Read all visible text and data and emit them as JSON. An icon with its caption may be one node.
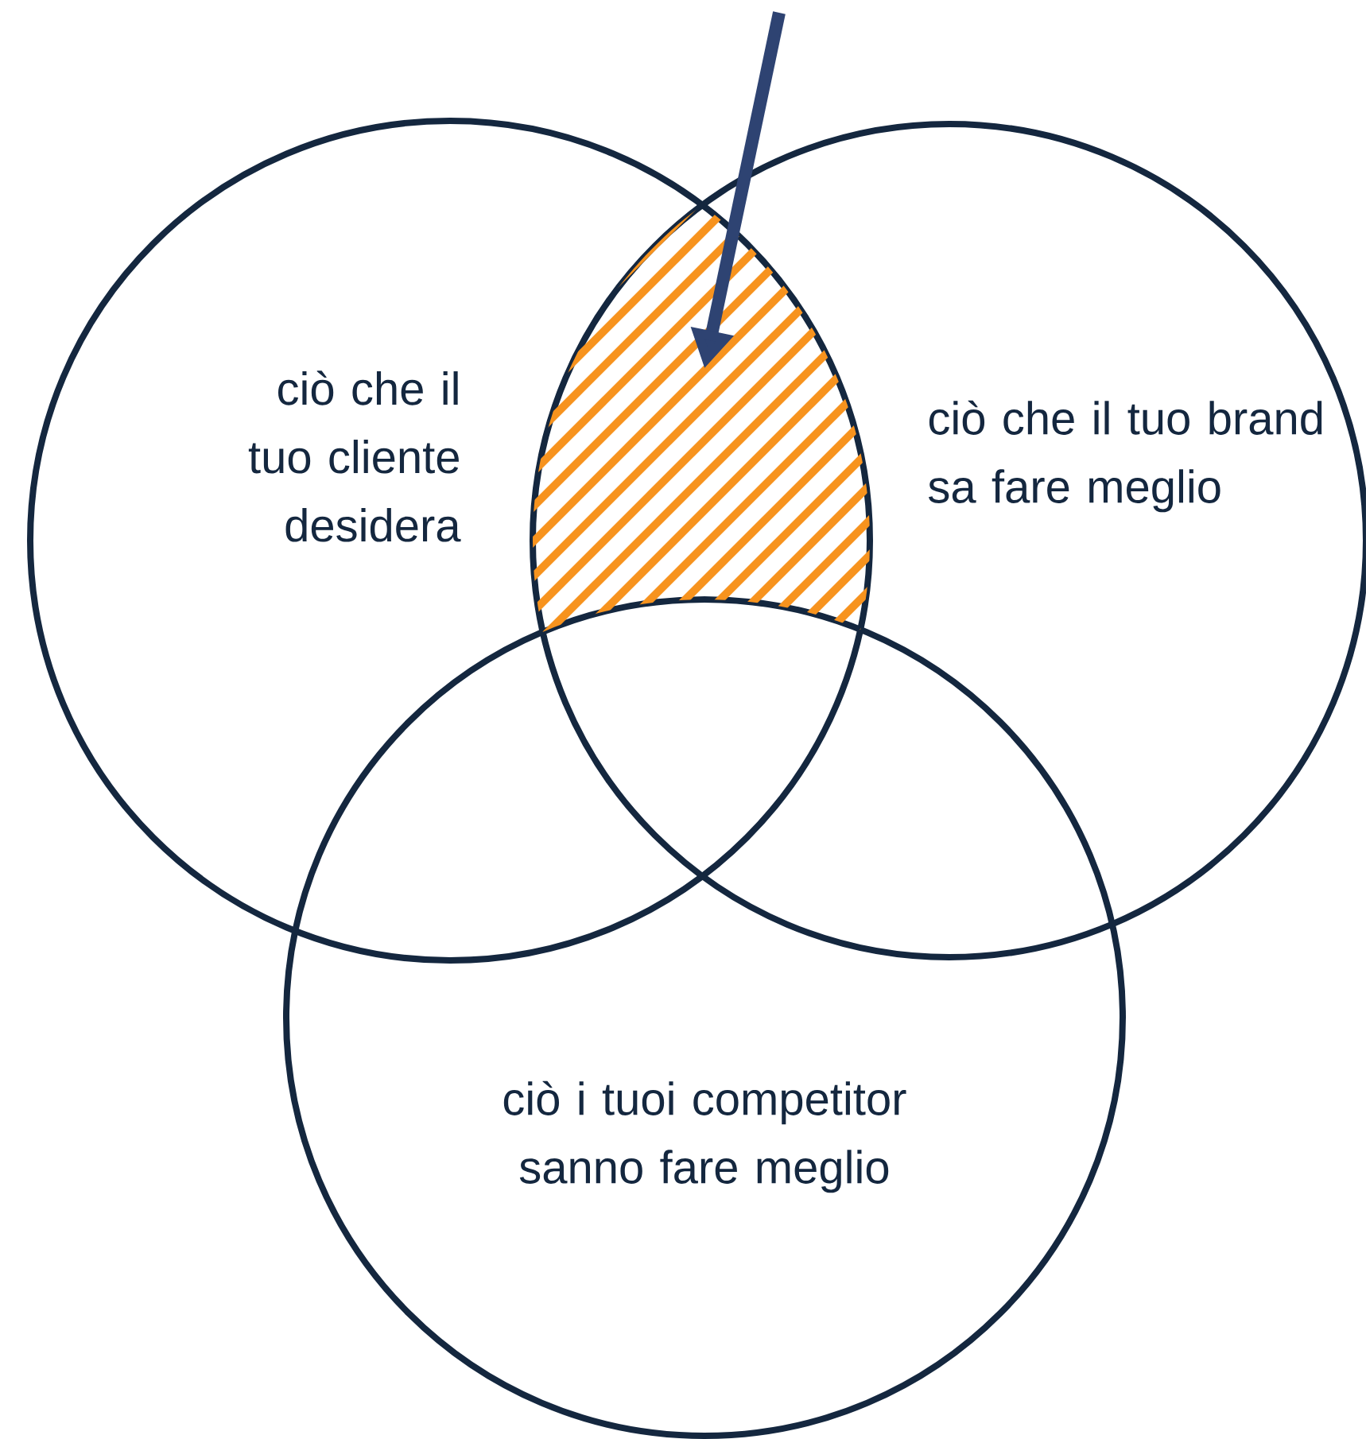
{
  "diagram": {
    "nodes": [
      {
        "text": [
          "ciò che il tuo cliente desidera"
        ]
      },
      {
        "text": [
          "ciò che il tuo brand sa fare meglio"
        ]
      },
      {
        "text": [
          "ciò i tuoi competitor sanno fare meglio"
        ]
      },
      {
        "text": [],
        "shape": "lens"
      }
    ],
    "edges": [
      {
        "from": null,
        "to": 3,
        "arrow": "to",
        "color": "#2e4372"
      }
    ]
  }
}
